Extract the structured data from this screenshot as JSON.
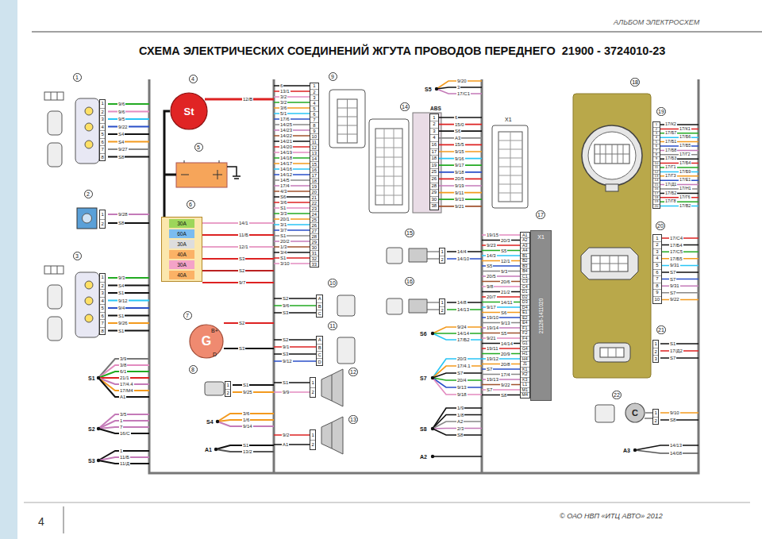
{
  "diagram": {
    "title": "СХЕМА ЭЛЕКТРИЧЕСКИХ СОЕДИНЕНИЙ ЖГУТА ПРОВОДОВ ПЕРЕДНЕГО  21900 - 3724010-23",
    "nodes": [
      {
        "text": [
          "1",
          "2",
          "3",
          "4",
          "5",
          "6",
          "7",
          "8"
        ]
      },
      {
        "text": [
          "1",
          "2"
        ]
      },
      {
        "text": [
          "1",
          "2",
          "3",
          "4",
          "5",
          "6",
          "7",
          "8"
        ]
      },
      {
        "text": [
          "St"
        ]
      },
      {
        "text": [
          "30A",
          "60A",
          "30A",
          "40A",
          "30A",
          "40A"
        ]
      },
      {
        "text": [
          "G"
        ]
      },
      {
        "text": [
          "1",
          "2"
        ]
      },
      {
        "text": [
          "1",
          "2",
          "3",
          "4",
          "5",
          "6",
          "7",
          "8",
          "9",
          "10",
          "11",
          "12",
          "13",
          "14",
          "15",
          "16",
          "17",
          "18",
          "19",
          "20",
          "21",
          "22",
          "23",
          "24",
          "25",
          "26",
          "27",
          "28",
          "29",
          "30",
          "31",
          "32",
          "33"
        ]
      },
      {
        "text": [
          "A",
          "B",
          "C"
        ]
      },
      {
        "text": [
          "A",
          "B",
          "C",
          "D"
        ]
      },
      {
        "text": [
          "1",
          "2"
        ]
      },
      {
        "text": [
          "1",
          "2"
        ]
      },
      {
        "text": [
          "ABS",
          "1",
          "2",
          "3",
          "4",
          "16",
          "17",
          "18",
          "19",
          "25",
          "26",
          "28",
          "29",
          "30",
          "38"
        ]
      },
      {
        "text": [
          "1",
          "2"
        ]
      },
      {
        "text": [
          "1",
          "2"
        ]
      },
      {
        "text": [
          "A1",
          "A2",
          "A3",
          "A4",
          "B1",
          "B2",
          "B3",
          "B4",
          "C1",
          "C3",
          "C4",
          "D1",
          "D2",
          "D3",
          "D4",
          "E1",
          "E2",
          "E4",
          "F1",
          "F2",
          "F4",
          "G1",
          "G4",
          "H1",
          "H4",
          "J1",
          "K1",
          "K2",
          "K3",
          "L1",
          "M1",
          "M4"
        ]
      },
      {
        "text": [
          "X1",
          "21126-1411020"
        ]
      },
      {
        "text": [
          "18"
        ]
      },
      {
        "text": [
          "1",
          "2",
          "3",
          "4",
          "5",
          "6",
          "7",
          "8",
          "9",
          "10",
          "11",
          "12",
          "13",
          "14",
          "15",
          "16",
          "17",
          "18",
          "19",
          "20"
        ]
      },
      {
        "text": [
          "1",
          "2",
          "3",
          "4",
          "5",
          "6",
          "7",
          "8",
          "9",
          "10"
        ]
      },
      {
        "text": [
          "1",
          "2",
          "3"
        ]
      },
      {
        "text": [
          "C"
        ]
      },
      {
        "text": [
          "1",
          "2"
        ]
      }
    ],
    "edges": [
      {
        "from": 3,
        "to": 4,
        "arrow": "none"
      }
    ],
    "labels": [
      "АЛЬБОМ ЭЛЕКТРОСХЕМ",
      "4",
      "©   ОАО НВП «ИТЦ АВТО»   2012",
      "1",
      "2",
      "3",
      "4",
      "5",
      "6",
      "7",
      "8",
      "9",
      "10",
      "11",
      "12",
      "13",
      "14",
      "15",
      "16",
      "17",
      "19",
      "20",
      "21",
      "22",
      "9/6",
      "9/6",
      "9/5",
      "9/22",
      "S4",
      "S4",
      "9/27",
      "S8",
      "9/28",
      "S8",
      "9/3",
      "S4",
      "S1",
      "9/12",
      "9/4",
      "S1",
      "9/26",
      "S1",
      "3/9",
      "3/8",
      "6/1",
      "21/1",
      "17/4.4",
      "17/М4",
      "A1",
      "S1",
      "3/5",
      "1",
      "7",
      "16/С",
      "S2",
      "1",
      "11/Б",
      "11/Д",
      "S3",
      "12/В",
      "14/1",
      "11/Б",
      "12/1",
      "S3",
      "S2",
      "9/7",
      "B+",
      "D",
      "S2",
      "S3",
      "S1",
      "9/25",
      "3/6",
      "1/6",
      "9/14",
      "S4",
      "S1",
      "13/2",
      "A1",
      "6",
      "13/1",
      "3/2",
      "3/2",
      "3/6",
      "5/1",
      "17/6",
      "14/25",
      "14/23",
      "14/22",
      "14/21",
      "14/20",
      "14/19",
      "14/18",
      "14/17",
      "14/16",
      "14/12",
      "14/5",
      "17/4",
      "4/3",
      "S6",
      "3/6",
      "S1",
      "3/3",
      "20/1",
      "3/1",
      "3/7",
      "S1",
      "20/2",
      "1/3",
      "3/4",
      "S1",
      "3/10",
      "S2",
      "9/6",
      "S3",
      "S2",
      "9/1",
      "S3",
      "9/12",
      "S1",
      "9/9",
      "9/2",
      "A1",
      "9/20",
      "3",
      "17/С1",
      "S5",
      "6",
      "15/0",
      "S6",
      "A3",
      "15/5",
      "9/15",
      "9/16",
      "9/17",
      "9/18",
      "20/5",
      "9/19",
      "9/11",
      "9/13",
      "9/21",
      "X1",
      "14/4",
      "14/10",
      "14/8",
      "14/13",
      "9/24",
      "14/14",
      "17/Б2",
      "S6",
      "20/3",
      "17/4.1",
      "S7",
      "20/4",
      "9/13",
      "9/18",
      "S7",
      "1/9",
      "1/8",
      "A2",
      "2/3",
      "S8",
      "S8",
      "A2",
      "19/15",
      "20/3",
      "9/23",
      "S5",
      "14/3",
      "12/1",
      "S5",
      "9/3",
      "20/5",
      "20/6",
      "9/8",
      "21/2",
      "20/7",
      "14/11",
      "9/17",
      "S6",
      "19/10",
      "9/13",
      "19/14",
      "S5",
      "9/21",
      "14/14",
      "19/11",
      "20/9",
      "19/12",
      "20/8",
      "S7",
      "17/4",
      "19/13",
      "9/22",
      "S7",
      "S8",
      "17/К2",
      "17/К1",
      "17/Б7",
      "17/Б6",
      "17/Б1",
      "17/Б5",
      "17/Б8",
      "17/Г2",
      "17/Б3",
      "17/Б4",
      "17/Г1",
      "17/Б9",
      "17/Г3",
      "17/Е1",
      "17/Д1",
      "17/Н1",
      "17/Б2",
      "17/Г6",
      "17/Г8",
      "17/В2",
      "17/С4",
      "17/Б4",
      "17/С5",
      "17/Б5",
      "9/31",
      "S7",
      "S7",
      "9/31",
      "S7",
      "9/22",
      "S1",
      "17/Д2",
      "S7",
      "9/10",
      "S8",
      "14/13",
      "14/08",
      "A3"
    ]
  }
}
